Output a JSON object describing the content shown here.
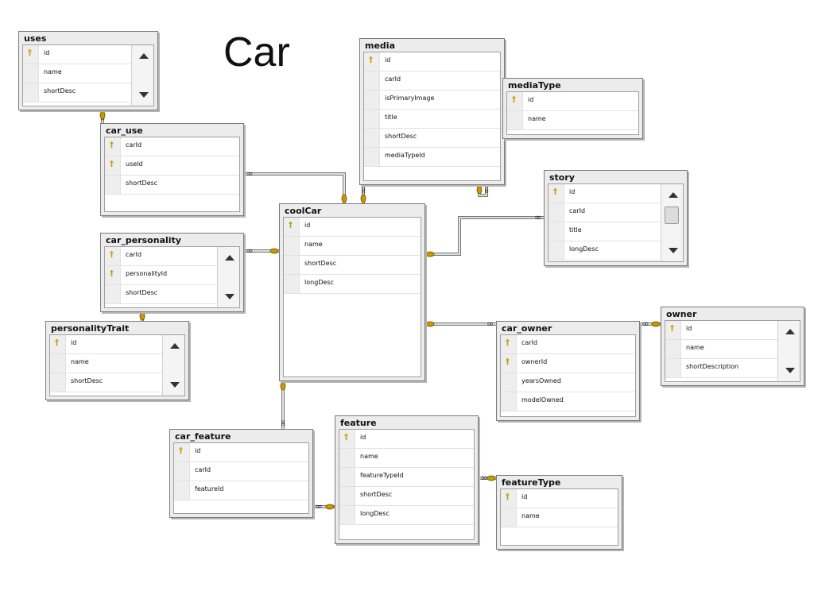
{
  "title": "Car",
  "tables": [
    {
      "id": "uses",
      "name": "uses",
      "scroll": true,
      "columns": [
        {
          "name": "id",
          "key": true
        },
        {
          "name": "name",
          "key": false
        },
        {
          "name": "shortDesc",
          "key": false
        }
      ]
    },
    {
      "id": "car_use",
      "name": "car_use",
      "scroll": false,
      "columns": [
        {
          "name": "carId",
          "key": true
        },
        {
          "name": "useId",
          "key": true
        },
        {
          "name": "shortDesc",
          "key": false
        }
      ]
    },
    {
      "id": "media",
      "name": "media",
      "scroll": false,
      "columns": [
        {
          "name": "id",
          "key": true
        },
        {
          "name": "carId",
          "key": false
        },
        {
          "name": "isPrimaryImage",
          "key": false
        },
        {
          "name": "title",
          "key": false
        },
        {
          "name": "shortDesc",
          "key": false
        },
        {
          "name": "mediaTypeId",
          "key": false
        }
      ]
    },
    {
      "id": "mediaType",
      "name": "mediaType",
      "scroll": false,
      "columns": [
        {
          "name": "id",
          "key": true
        },
        {
          "name": "name",
          "key": false
        }
      ]
    },
    {
      "id": "story",
      "name": "story",
      "scroll": true,
      "thumb": true,
      "columns": [
        {
          "name": "id",
          "key": true
        },
        {
          "name": "carId",
          "key": false
        },
        {
          "name": "title",
          "key": false
        },
        {
          "name": "longDesc",
          "key": false
        }
      ]
    },
    {
      "id": "coolCar",
      "name": "coolCar",
      "scroll": false,
      "columns": [
        {
          "name": "id",
          "key": true
        },
        {
          "name": "name",
          "key": false
        },
        {
          "name": "shortDesc",
          "key": false
        },
        {
          "name": "longDesc",
          "key": false
        }
      ]
    },
    {
      "id": "car_personality",
      "name": "car_personality",
      "scroll": true,
      "columns": [
        {
          "name": "carId",
          "key": true
        },
        {
          "name": "personalityId",
          "key": true
        },
        {
          "name": "shortDesc",
          "key": false
        }
      ]
    },
    {
      "id": "personalityTrait",
      "name": "personalityTrait",
      "scroll": true,
      "columns": [
        {
          "name": "id",
          "key": true
        },
        {
          "name": "name",
          "key": false
        },
        {
          "name": "shortDesc",
          "key": false
        }
      ]
    },
    {
      "id": "car_owner",
      "name": "car_owner",
      "scroll": false,
      "columns": [
        {
          "name": "carId",
          "key": true
        },
        {
          "name": "ownerId",
          "key": true
        },
        {
          "name": "yearsOwned",
          "key": false
        },
        {
          "name": "modelOwned",
          "key": false
        }
      ]
    },
    {
      "id": "owner",
      "name": "owner",
      "scroll": true,
      "columns": [
        {
          "name": "id",
          "key": true
        },
        {
          "name": "name",
          "key": false
        },
        {
          "name": "shortDescription",
          "key": false
        }
      ]
    },
    {
      "id": "car_feature",
      "name": "car_feature",
      "scroll": false,
      "columns": [
        {
          "name": "id",
          "key": true
        },
        {
          "name": "carId",
          "key": false
        },
        {
          "name": "featureId",
          "key": false
        }
      ]
    },
    {
      "id": "feature",
      "name": "feature",
      "scroll": false,
      "columns": [
        {
          "name": "id",
          "key": true
        },
        {
          "name": "name",
          "key": false
        },
        {
          "name": "featureTypeId",
          "key": false
        },
        {
          "name": "shortDesc",
          "key": false
        },
        {
          "name": "longDesc",
          "key": false
        }
      ]
    },
    {
      "id": "featureType",
      "name": "featureType",
      "scroll": false,
      "columns": [
        {
          "name": "id",
          "key": true
        },
        {
          "name": "name",
          "key": false
        }
      ]
    }
  ],
  "relationships": [
    {
      "from": "car_use",
      "to": "uses"
    },
    {
      "from": "car_use",
      "to": "coolCar"
    },
    {
      "from": "media",
      "to": "coolCar"
    },
    {
      "from": "media",
      "to": "mediaType"
    },
    {
      "from": "story",
      "to": "coolCar"
    },
    {
      "from": "car_personality",
      "to": "coolCar"
    },
    {
      "from": "car_personality",
      "to": "personalityTrait"
    },
    {
      "from": "car_owner",
      "to": "coolCar"
    },
    {
      "from": "car_owner",
      "to": "owner"
    },
    {
      "from": "car_feature",
      "to": "coolCar"
    },
    {
      "from": "car_feature",
      "to": "feature"
    },
    {
      "from": "feature",
      "to": "featureType"
    }
  ],
  "colors": {
    "key": "#c79a00",
    "line": "#777777",
    "header_bg": "#ececec"
  },
  "icons": {
    "primary_key": "key-icon",
    "scroll_up": "arrow-up-icon",
    "scroll_down": "arrow-down-icon"
  }
}
